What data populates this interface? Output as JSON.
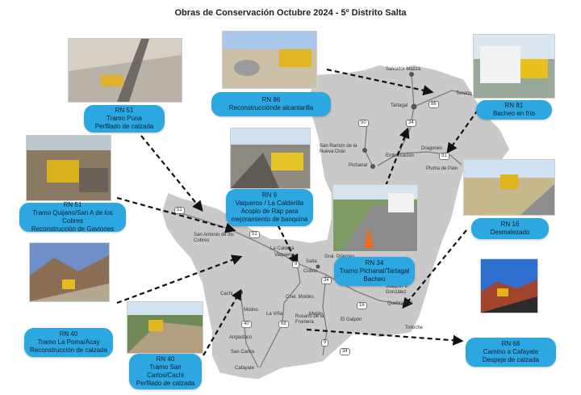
{
  "title": "Obras de Conservación Octubre 2024 - 5º Distrito Salta",
  "colors": {
    "label_bg": "#2ca7df",
    "map_fill": "#c9c9c9",
    "arrow": "#111111"
  },
  "works": [
    {
      "road": "RN 51",
      "line2": "Tramo Puna",
      "line3": "Perfilado de calzada"
    },
    {
      "road": "RN 86",
      "line2": "Reconstruccióndе alcantarilla",
      "line3": ""
    },
    {
      "road": "RN 81",
      "line2": "Bacheo en frío",
      "line3": ""
    },
    {
      "road": "RN 9",
      "line2": "Vaqueros / La Calderilla",
      "line3": "Acopio de Rap para",
      "line4": "mejoramiento de banquina"
    },
    {
      "road": "RN 51",
      "line2": "Tramo Quijano/San A de los Cobres",
      "line3": "Reconstrucción de Gaviones"
    },
    {
      "road": "RN 16",
      "line2": "Desmalezado",
      "line3": ""
    },
    {
      "road": "RN 34",
      "line2": "Tramo Pichanal/Tartagal",
      "line3": "Bacheo"
    },
    {
      "road": "RN 40",
      "line2": "Tramo La Poma/Acay",
      "line3": "Reconstrucción de calzada"
    },
    {
      "road": "RN 40",
      "line2": "Tramo San",
      "line3": "Carlos/Cachi",
      "line4": "Perfilado de calzada"
    },
    {
      "road": "RN 68",
      "line2": "Camino a Cafayate",
      "line3": "Despeje de calzada"
    }
  ],
  "places": {
    "salvador_mazza": "Salvador Mazza",
    "tartagal": "Tartagal",
    "tonono": "Tonono",
    "san_ramon": "San Ramón de la Nueva Orán",
    "embarcacion": "Embarcación",
    "dragones": "Dragones",
    "pichanal": "Pichanal",
    "pluma_de_pato": "Pluma de Pato",
    "san_antonio": "San Antonio de los Cobres",
    "la_caldera": "La Caldera",
    "vaqueros": "Vaqueros",
    "gral_guemes": "Gral. Güemes",
    "salta": "Salta",
    "cobos": "Cobos",
    "joaquin": "Joaquín V. González",
    "cachi": "Cachi",
    "cnel_moldes": "Cnel. Moldes",
    "molino": "Molino",
    "la_vina": "La Viña",
    "metan": "Metán",
    "el_galpon": "El Galpón",
    "quebrachal": "Quebrachal",
    "angastaco": "Angastaco",
    "rosario": "Rosario de la Frontera",
    "tolloche": "Tolloche",
    "san_carlos": "San Carlos",
    "cafayate": "Cafayate"
  },
  "road_numbers": {
    "r86": "86",
    "r34a": "34",
    "r50": "50",
    "r81": "81",
    "r51a": "51",
    "r51b": "51",
    "r9": "9",
    "r34b": "34",
    "r40": "40",
    "r68": "68",
    "r16": "16",
    "r9b": "9",
    "r34c": "34"
  }
}
